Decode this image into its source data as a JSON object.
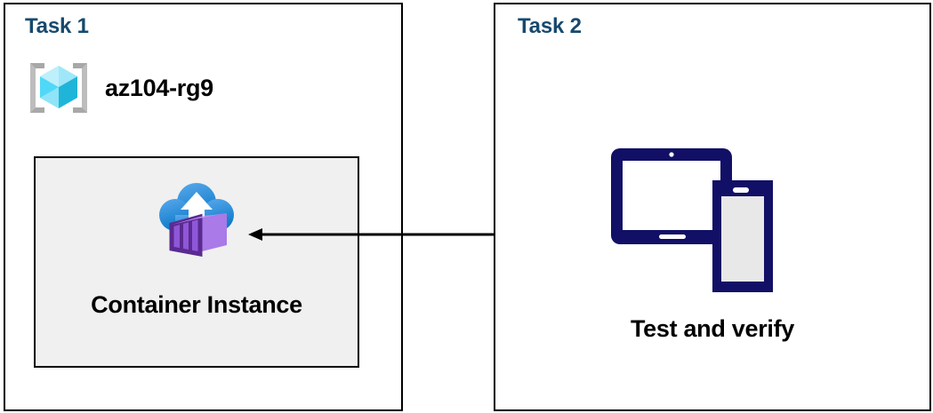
{
  "diagram": {
    "panels": [
      {
        "id": "task1",
        "title": "Task 1",
        "resource_group": {
          "name": "az104-rg9",
          "icon": "azure-resource-group-icon"
        },
        "resource": {
          "label": "Container Instance",
          "icon": "azure-container-instance-icon"
        }
      },
      {
        "id": "task2",
        "title": "Task 2",
        "action": {
          "label": "Test and verify",
          "icon": "tablet-and-phone-devices-icon"
        }
      }
    ],
    "connector": {
      "name": "flow-arrow",
      "direction": "right-to-left",
      "from": "Test and verify",
      "to": "Container Instance"
    },
    "colors": {
      "title": "#17496e",
      "panel_border": "#000000",
      "card_background": "#f0f0f0",
      "device_navy": "#111066",
      "device_screen": "#e8e8e8",
      "container_purple": "#a97ae8",
      "container_purple_dark": "#5b2a91",
      "cloud_blue_light": "#50a5e8",
      "cloud_blue_dark": "#0f7ac8",
      "cube_cyan_light": "#9fe7f8",
      "cube_cyan": "#3ed3f5",
      "cube_cyan_dark": "#1aafd0",
      "bracket_gray": "#a8a8a8"
    }
  }
}
